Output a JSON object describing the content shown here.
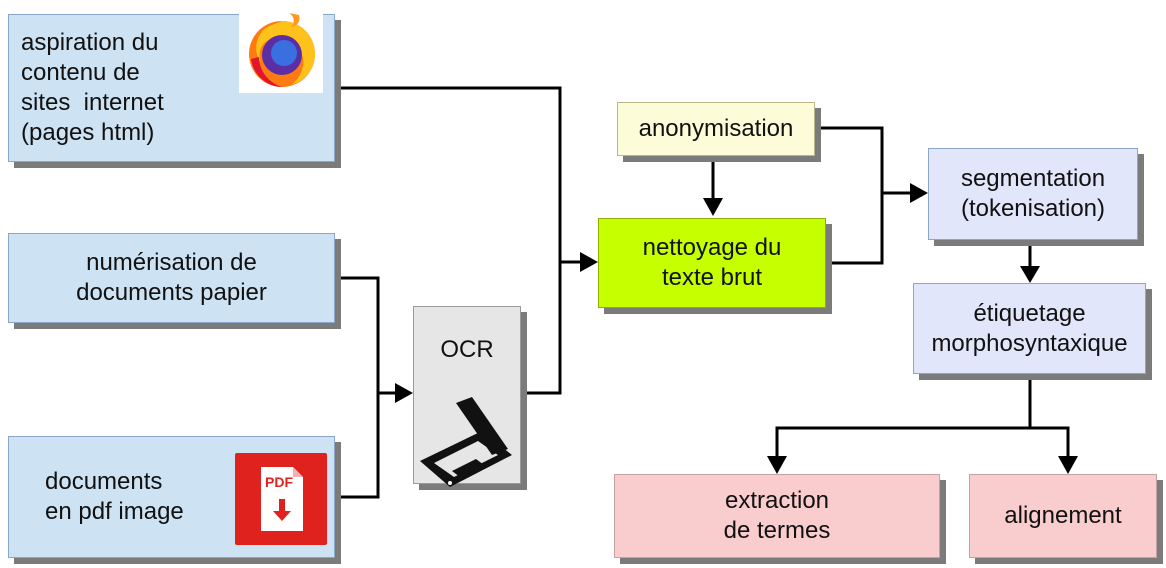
{
  "sources": {
    "web": {
      "lines": [
        "aspiration du",
        "contenu de",
        "sites  internet",
        "(pages html)"
      ],
      "icon": "firefox-icon"
    },
    "scan": {
      "lines": [
        "numérisation de",
        "documents papier"
      ]
    },
    "pdf": {
      "lines": [
        "documents",
        "en pdf image"
      ],
      "icon": "pdf-download-icon",
      "icon_text": "PDF"
    }
  },
  "ocr": {
    "label": "OCR",
    "icon": "scanner-icon"
  },
  "anonymisation": {
    "label": "anonymisation"
  },
  "nettoyage": {
    "lines": [
      "nettoyage du",
      "texte brut"
    ]
  },
  "segmentation": {
    "lines": [
      "segmentation",
      "(tokenisation)"
    ]
  },
  "etiquetage": {
    "lines": [
      "étiquetage",
      "morphosyntaxique"
    ]
  },
  "extraction": {
    "lines": [
      "extraction",
      "de termes"
    ]
  },
  "alignement": {
    "label": "alignement"
  },
  "colors": {
    "sources": "#cde3f3",
    "ocr": "#e6e6e6",
    "anonymisation": "#fdfcd8",
    "nettoyage": "#c5ff00",
    "linguistic": "#e2e6fb",
    "outputs": "#f9cccd",
    "arrows": "#000000"
  }
}
